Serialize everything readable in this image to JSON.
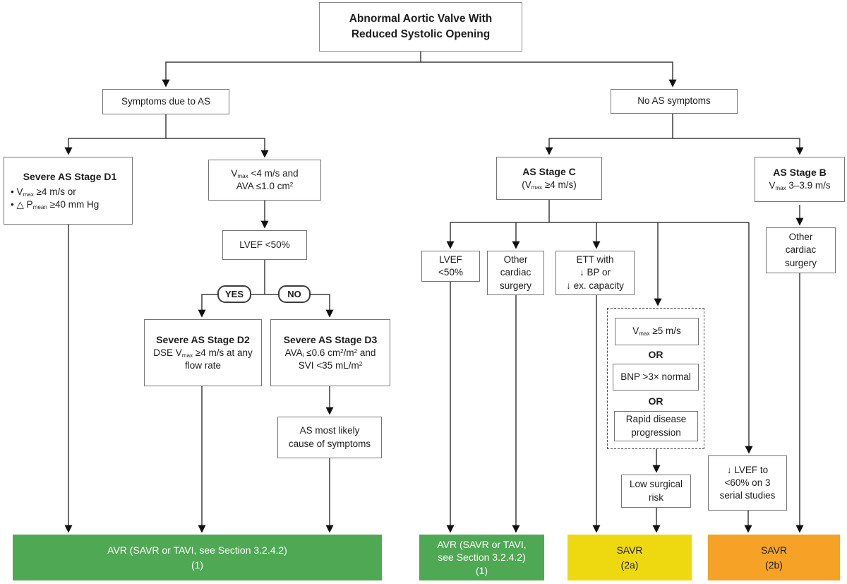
{
  "palette": {
    "green": "#4fa853",
    "yellow": "#eed911",
    "orange": "#f5a226",
    "line": "#3d3d3d",
    "box_border": "#757575",
    "text": "#1d1d1d",
    "bar_text_on_green": "#ffffff",
    "bar_text_on_yellow": "#1d1d1d"
  },
  "nodes": {
    "title": {
      "l1": "Abnormal Aortic Valve With",
      "l2": "Reduced Systolic Opening"
    },
    "symptoms": {
      "label": "Symptoms due to AS"
    },
    "no_symptoms": {
      "label": "No AS symptoms"
    },
    "stage_d1": {
      "title": "Severe AS Stage D1",
      "bullet1": "•  V~max~ ≥4 m/s or",
      "bullet2": "•  △ P~mean~ ≥40 mm Hg"
    },
    "vmax_lt4": {
      "l1": "V~max~ <4 m/s and",
      "l2": "AVA ≤1.0 cm^2^"
    },
    "lvef50_left": {
      "label": "LVEF <50%"
    },
    "yes_pill": {
      "label": "YES"
    },
    "no_pill": {
      "label": "NO"
    },
    "stage_d2": {
      "title": "Severe AS Stage D2",
      "l1": "DSE V~max~ ≥4 m/s at any",
      "l2": "flow rate"
    },
    "stage_d3": {
      "title": "Severe AS Stage D3",
      "l1": "AVA~i~ ≤0.6 cm^2^/m^2^ and",
      "l2": "SVI <35 mL/m^2^"
    },
    "as_likely": {
      "l1": "AS most likely",
      "l2": "cause of symptoms"
    },
    "stage_c": {
      "title": "AS Stage C",
      "l2": "(V~max~ ≥4 m/s)"
    },
    "stage_b": {
      "title": "AS Stage B",
      "l2": "V~max~ 3–3.9 m/s"
    },
    "lvef50_right": {
      "l1": "LVEF",
      "l2": "<50%"
    },
    "other_cardiac_1": {
      "l1": "Other",
      "l2": "cardiac",
      "l3": "surgery"
    },
    "ett": {
      "l1": "ETT with",
      "l2": "↓ BP or",
      "l3": "↓ ex. capacity"
    },
    "vmax_ge5": {
      "label": "V~max~ ≥5 m/s"
    },
    "or_1": {
      "label": "OR"
    },
    "bnp": {
      "label": "BNP >3× normal"
    },
    "or_2": {
      "label": "OR"
    },
    "rapid": {
      "l1": "Rapid disease",
      "l2": "progression"
    },
    "low_risk": {
      "l1": "Low surgical",
      "l2": "risk"
    },
    "lvef60": {
      "l1": "↓ LVEF to",
      "l2": "<60% on 3",
      "l3": "serial studies"
    },
    "other_cardiac_2": {
      "l1": "Other",
      "l2": "cardiac",
      "l3": "surgery"
    }
  },
  "outcomes": {
    "avr_wide": {
      "l1": "AVR (SAVR or TAVI, see Section 3.2.4.2)",
      "l2": "(1)",
      "color": "#4fa853"
    },
    "avr_narrow": {
      "l1": "AVR (SAVR or TAVI,",
      "l2": "see Section 3.2.4.2)",
      "l3": "(1)",
      "color": "#4fa853"
    },
    "savr_2a": {
      "l1": "SAVR",
      "l2": "(2a)",
      "color": "#eed911"
    },
    "savr_2b": {
      "l1": "SAVR",
      "l2": "(2b)",
      "color": "#f5a226"
    }
  }
}
